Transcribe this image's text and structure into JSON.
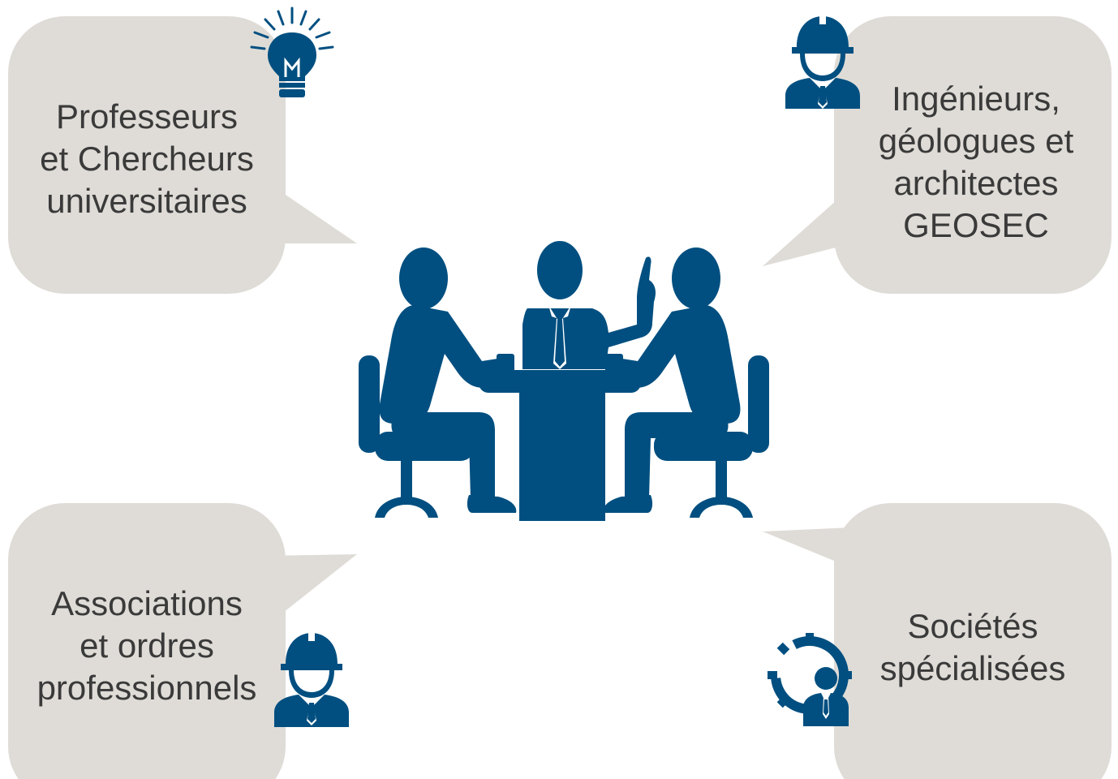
{
  "colors": {
    "bubble": "#dfdcd7",
    "icon": "#004f80",
    "text": "#3a3a3a"
  },
  "bubbles": [
    {
      "lines": [
        "Professeurs",
        "et Chercheurs",
        "universitaires"
      ],
      "icon": "lightbulb-icon"
    },
    {
      "lines": [
        "Ingénieurs,",
        "géologues et",
        "architectes",
        "GEOSEC"
      ],
      "icon": "engineer-hardhat-icon"
    },
    {
      "lines": [
        "Associations",
        "et ordres",
        "professionnels"
      ],
      "icon": "engineer-hardhat-icon"
    },
    {
      "lines": [
        "Sociétés",
        "spécialisées"
      ],
      "icon": "gear-person-icon"
    }
  ],
  "center_icon": "business-meeting-icon"
}
